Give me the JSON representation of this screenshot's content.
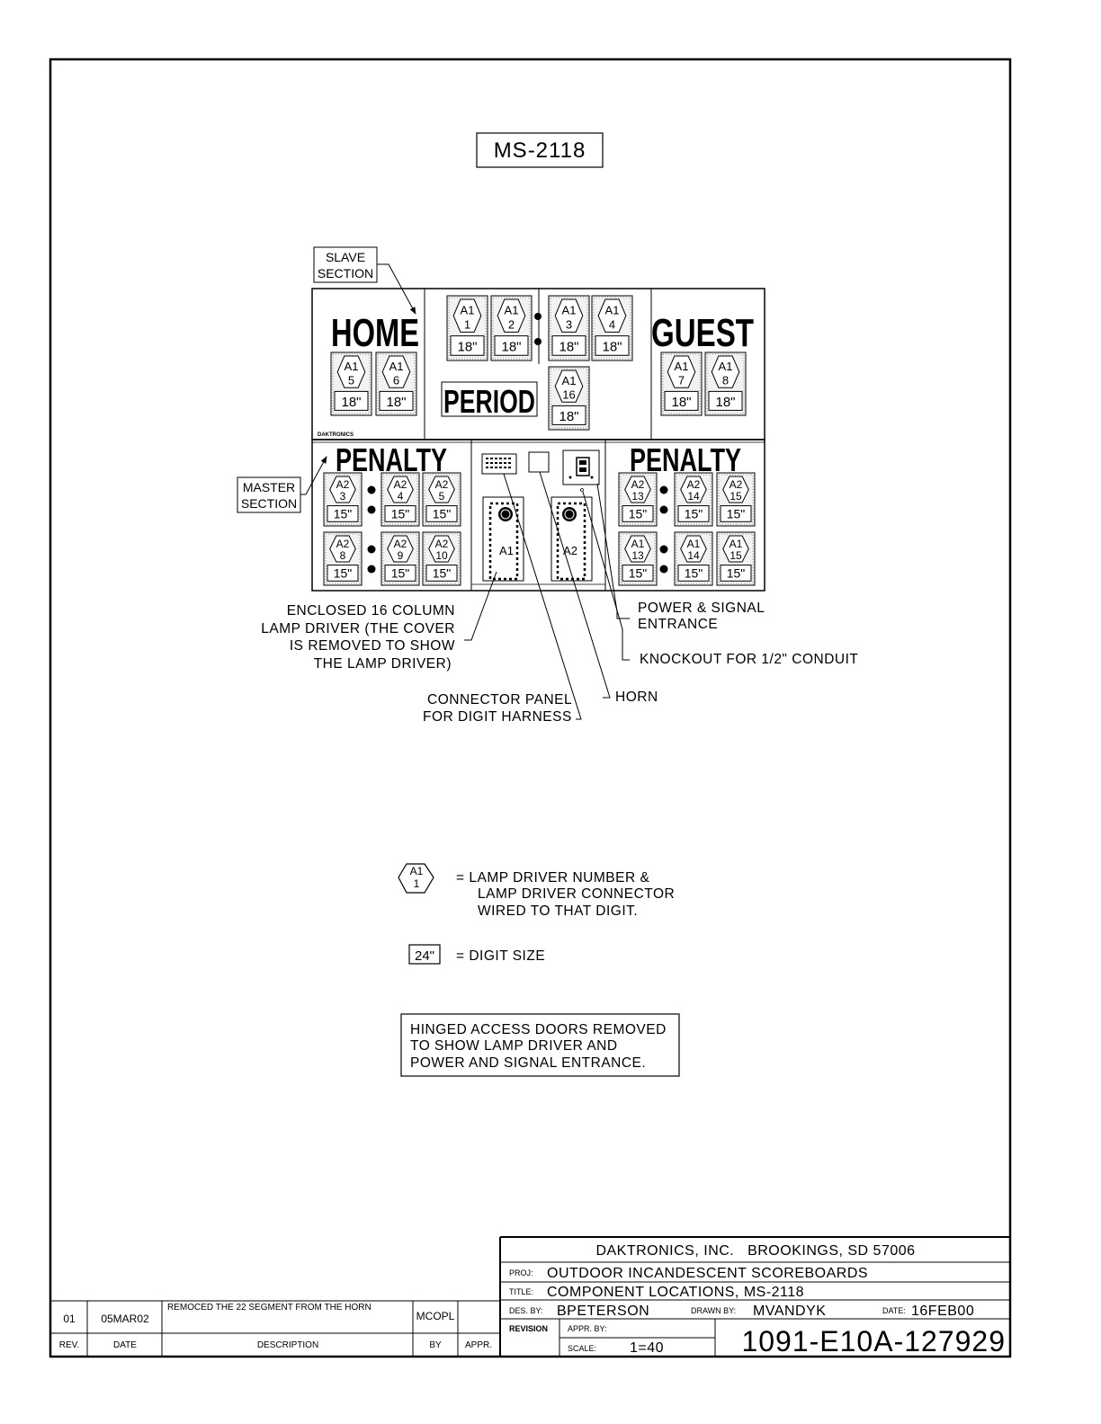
{
  "model_label": "MS-2118",
  "labels": {
    "slave_section": [
      "SLAVE",
      "SECTION"
    ],
    "master_section": [
      "MASTER",
      "SECTION"
    ],
    "home": "HOME",
    "guest": "GUEST",
    "period": "PERIOD",
    "penalty_left": "PENALTY",
    "penalty_right": "PENALTY",
    "brand_small": "DAKTRONICS",
    "driver_a1": "A1",
    "driver_a2": "A2"
  },
  "digits_upper": [
    {
      "line1": "A1",
      "line2": "1",
      "size": "18\""
    },
    {
      "line1": "A1",
      "line2": "2",
      "size": "18\""
    },
    {
      "line1": "A1",
      "line2": "3",
      "size": "18\""
    },
    {
      "line1": "A1",
      "line2": "4",
      "size": "18\""
    },
    {
      "line1": "A1",
      "line2": "5",
      "size": "18\""
    },
    {
      "line1": "A1",
      "line2": "6",
      "size": "18\""
    },
    {
      "line1": "A1",
      "line2": "16",
      "size": "18\""
    },
    {
      "line1": "A1",
      "line2": "7",
      "size": "18\""
    },
    {
      "line1": "A1",
      "line2": "8",
      "size": "18\""
    }
  ],
  "digits_lower": [
    {
      "line1": "A2",
      "line2": "3",
      "size": "15\""
    },
    {
      "line1": "A2",
      "line2": "4",
      "size": "15\""
    },
    {
      "line1": "A2",
      "line2": "5",
      "size": "15\""
    },
    {
      "line1": "A2",
      "line2": "8",
      "size": "15\""
    },
    {
      "line1": "A2",
      "line2": "9",
      "size": "15\""
    },
    {
      "line1": "A2",
      "line2": "10",
      "size": "15\""
    },
    {
      "line1": "A2",
      "line2": "13",
      "size": "15\""
    },
    {
      "line1": "A2",
      "line2": "14",
      "size": "15\""
    },
    {
      "line1": "A2",
      "line2": "15",
      "size": "15\""
    },
    {
      "line1": "A1",
      "line2": "13",
      "size": "15\""
    },
    {
      "line1": "A1",
      "line2": "14",
      "size": "15\""
    },
    {
      "line1": "A1",
      "line2": "15",
      "size": "15\""
    }
  ],
  "callouts": {
    "lamp_driver": [
      "ENCLOSED 16 COLUMN",
      "LAMP DRIVER (THE COVER",
      "IS REMOVED TO SHOW",
      "THE LAMP DRIVER)"
    ],
    "power_signal": [
      "POWER & SIGNAL",
      "ENTRANCE"
    ],
    "knockout": "KNOCKOUT FOR 1/2\" CONDUIT",
    "horn": "HORN",
    "connector_panel": [
      "CONNECTOR PANEL",
      "FOR DIGIT HARNESS"
    ]
  },
  "legend": {
    "symbol_line1": "A1",
    "symbol_line2": "1",
    "symbol_text": [
      "= LAMP DRIVER NUMBER &",
      "LAMP DRIVER CONNECTOR",
      "WIRED TO THAT DIGIT."
    ],
    "size_symbol": "24\"",
    "size_text": "= DIGIT SIZE"
  },
  "note": [
    "HINGED ACCESS DOORS REMOVED",
    "TO SHOW LAMP DRIVER AND",
    "POWER AND SIGNAL ENTRANCE."
  ],
  "revision_table": {
    "row": {
      "rev": "01",
      "date": "05MAR02",
      "description": "REMOCED THE 22 SEGMENT FROM THE HORN",
      "by": "MCOPL",
      "appr": ""
    },
    "headers": {
      "rev": "REV.",
      "date": "DATE",
      "description": "DESCRIPTION",
      "by": "BY",
      "appr": "APPR."
    }
  },
  "title_block": {
    "company": "DAKTRONICS, INC.   BROOKINGS, SD 57006",
    "proj_label": "PROJ:",
    "proj": "OUTDOOR INCANDESCENT SCOREBOARDS",
    "title_label": "TITLE:",
    "title": "COMPONENT LOCATIONS, MS-2118",
    "des_label": "DES. BY:",
    "des_by": "BPETERSON",
    "drawn_label": "DRAWN BY:",
    "drawn_by": "MVANDYK",
    "date_label": "DATE:",
    "date": "16FEB00",
    "revision_label": "REVISION",
    "appr_label": "APPR. BY:",
    "scale_label": "SCALE:",
    "scale": "1=40",
    "drawing_number": "1091-E10A-127929"
  }
}
